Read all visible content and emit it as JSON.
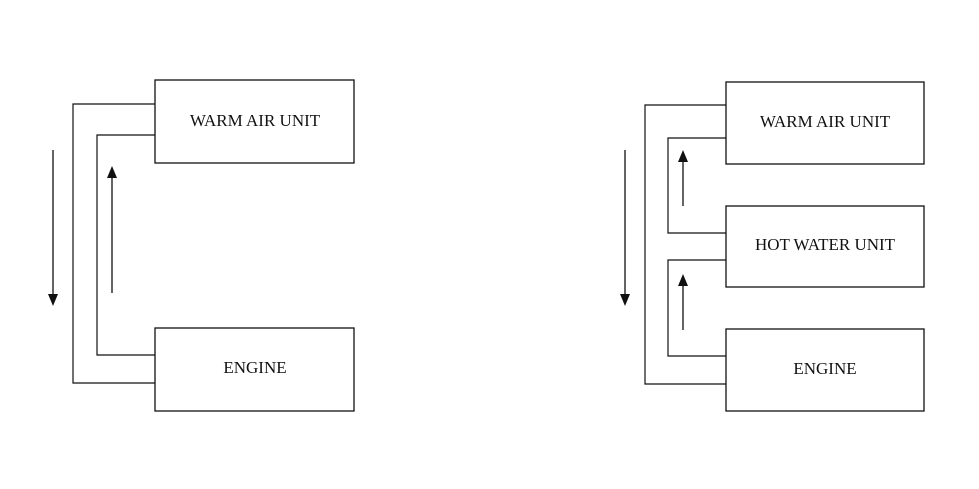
{
  "left_diagram": {
    "warm_air_unit": "WARM AIR UNIT",
    "engine": "ENGINE"
  },
  "right_diagram": {
    "warm_air_unit": "WARM AIR UNIT",
    "hot_water_unit": "HOT WATER UNIT",
    "engine": "ENGINE"
  },
  "colors": {
    "stroke": "#111111",
    "background": "#ffffff"
  }
}
